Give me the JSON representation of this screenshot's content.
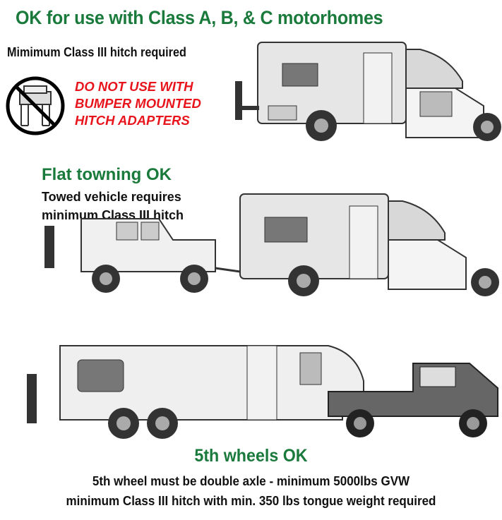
{
  "section1": {
    "heading": "OK for use with Class A, B, & C motorhomes",
    "subheading": "Mimimum Class III hitch required",
    "warning_lines": [
      "DO NOT USE WITH",
      "BUMPER MOUNTED",
      "HITCH ADAPTERS"
    ],
    "warning_icon": "no-bumper-hitch-adapter-icon"
  },
  "section2": {
    "heading": "Flat towning OK",
    "sub_lines": [
      "Towed vehicle requires",
      "minimum Class III hitch"
    ]
  },
  "section3": {
    "heading": "5th wheels OK",
    "sub_lines": [
      "5th wheel must be double axle - minimum 5000lbs GVW",
      "minimum Class III hitch  with min. 350 lbs tongue weight required"
    ]
  },
  "colors": {
    "heading_green": "#1a7a3c",
    "warning_red": "#e8141c",
    "text_black": "#111111"
  }
}
